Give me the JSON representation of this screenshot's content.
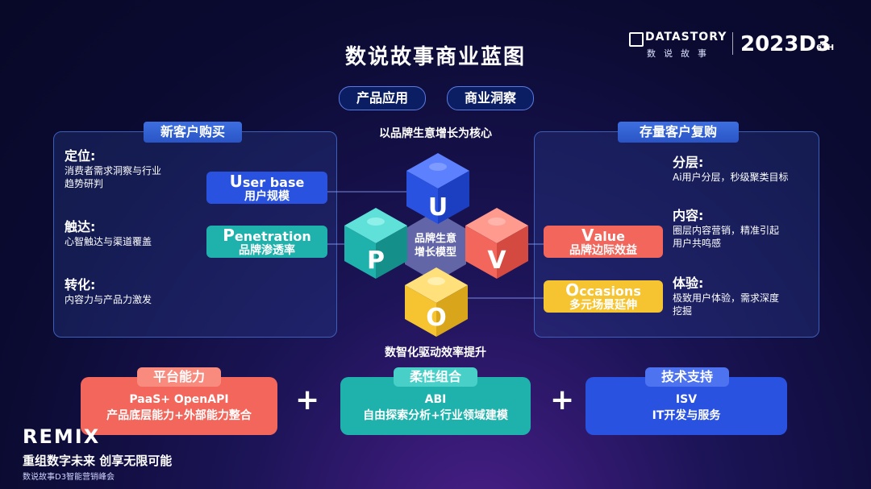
{
  "title": "数说故事商业蓝图",
  "logo": {
    "brand": "DATASTORY",
    "brand_cn": "数说故事",
    "year": "2023D3",
    "edition": "6TH"
  },
  "top_pills": [
    "产品应用",
    "商业洞察"
  ],
  "core_label": "以品牌生意增长为核心",
  "bottom_label": "数智化驱动效率提升",
  "center_model": [
    "品牌生意",
    "增长模型"
  ],
  "cube_letters": {
    "u": "U",
    "p": "P",
    "v": "V",
    "o": "O"
  },
  "left_panel": {
    "label": "新客户购买",
    "sections": [
      {
        "head": "定位:",
        "body": [
          "消费者需求洞察与行业",
          "趋势研判"
        ]
      },
      {
        "head": "触达:",
        "body": [
          "心智触达与渠道覆盖"
        ]
      },
      {
        "head": "转化:",
        "body": [
          "内容力与产品力激发"
        ]
      }
    ]
  },
  "right_panel": {
    "label": "存量客户复购",
    "sections": [
      {
        "head": "分层:",
        "body": [
          "Ai用户分层，秒级聚类目标"
        ]
      },
      {
        "head": "内容:",
        "body": [
          "圈层内容营销，精准引起",
          "用户共鸣感"
        ]
      },
      {
        "head": "体验:",
        "body": [
          "极致用户体验，需求深度",
          "挖掘"
        ]
      }
    ]
  },
  "boxes": {
    "user_base": {
      "cap": "U",
      "rest": "ser base",
      "cn": "用户规模"
    },
    "penetration": {
      "cap": "P",
      "rest": "enetration",
      "cn": "品牌渗透率"
    },
    "value": {
      "cap": "V",
      "rest": "alue",
      "cn": "品牌边际效益"
    },
    "occasions": {
      "cap": "O",
      "rest": "ccasions",
      "cn": "多元场景延伸"
    }
  },
  "bottom_boxes": [
    {
      "tag": "平台能力",
      "line1": "PaaS+ OpenAPI",
      "line2": "产品底层能力+外部能力整合"
    },
    {
      "tag": "柔性组合",
      "line1": "ABI",
      "line2": "自由探索分析+行业领域建模"
    },
    {
      "tag": "技术支持",
      "line1": "ISV",
      "line2": "IT开发与服务"
    }
  ],
  "plus": "+",
  "footer": {
    "remix": "REMIX",
    "slogan": "重组数字未来 创享无限可能",
    "sub": "数说故事D3智能营销峰会"
  },
  "colors": {
    "blue": "#2a52e0",
    "teal": "#1fb2ac",
    "red": "#f2665b",
    "yellow": "#f6c331"
  }
}
